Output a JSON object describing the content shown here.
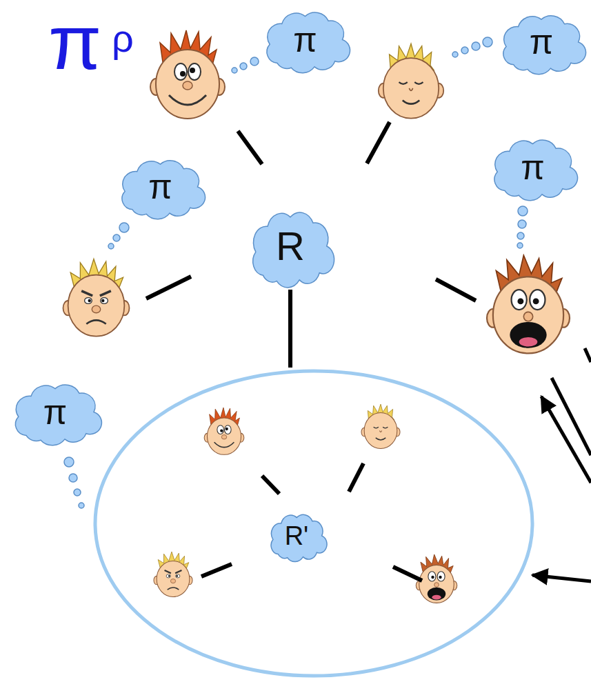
{
  "diagram": {
    "nodes": [
      {
        "text": [
          "π"
        ]
      },
      {
        "text": [
          "π"
        ]
      },
      {
        "text": [
          "π"
        ]
      },
      {
        "text": [
          "R"
        ]
      },
      {
        "text": [
          "π"
        ]
      },
      {
        "text": [
          "π"
        ]
      },
      {
        "text": []
      },
      {
        "text": [
          "R'"
        ],
        "in": 6
      }
    ],
    "edges": [
      {
        "from": 3,
        "to": 6,
        "arrow": "none"
      }
    ],
    "labels": [
      "π",
      "ρ"
    ]
  }
}
